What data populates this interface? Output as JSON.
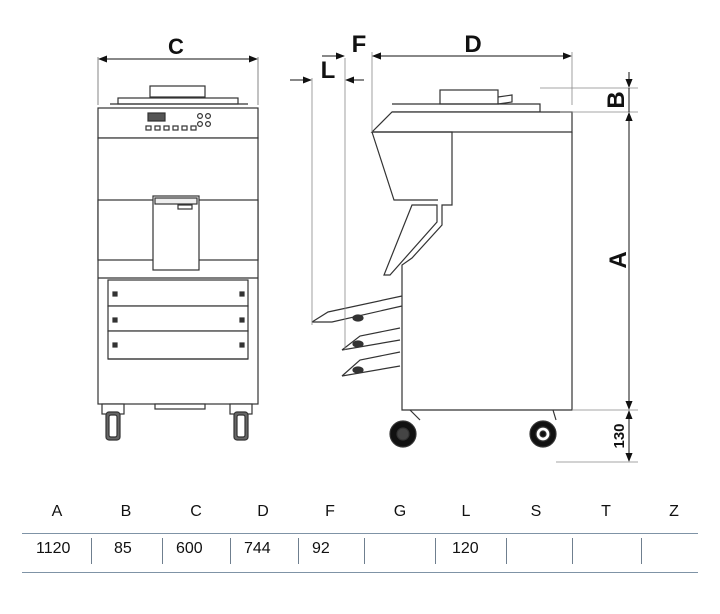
{
  "dimension_labels": {
    "C": "C",
    "F": "F",
    "D": "D",
    "L": "L",
    "B": "B",
    "A": "A",
    "wheel": "130"
  },
  "table": {
    "headers": [
      "A",
      "B",
      "C",
      "D",
      "F",
      "G",
      "L",
      "S",
      "T",
      "Z"
    ],
    "values": [
      "1120",
      "85",
      "600",
      "744",
      "92",
      "",
      "120",
      "",
      "",
      ""
    ]
  }
}
